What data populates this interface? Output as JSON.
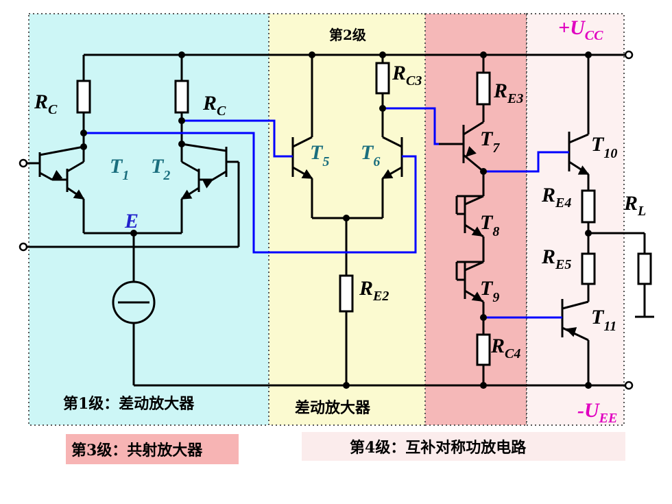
{
  "stage_labels": {
    "stage1": "第1级：差动放大器",
    "stage2_title": "第2级",
    "stage2_caption": "差动放大器",
    "stage3": "第3级：共射放大器",
    "stage4": "第4级：互补对称功放电路"
  },
  "supply": {
    "pos_sign": "+",
    "pos_main": "U",
    "pos_sub": "CC",
    "neg_sign": "-",
    "neg_main": "U",
    "neg_sub": "EE"
  },
  "resistors": {
    "rc_left": {
      "main": "R",
      "sub": "C"
    },
    "rc_right": {
      "main": "R",
      "sub": "C"
    },
    "rc3": {
      "main": "R",
      "sub": "C3"
    },
    "re3": {
      "main": "R",
      "sub": "E3"
    },
    "re2": {
      "main": "R",
      "sub": "E2"
    },
    "re4": {
      "main": "R",
      "sub": "E4"
    },
    "re5": {
      "main": "R",
      "sub": "E5"
    },
    "rc4": {
      "main": "R",
      "sub": "C4"
    },
    "rl": {
      "main": "R",
      "sub": "L"
    }
  },
  "transistors": {
    "t1": {
      "main": "T",
      "sub": "1"
    },
    "t2": {
      "main": "T",
      "sub": "2"
    },
    "t5": {
      "main": "T",
      "sub": "5"
    },
    "t6": {
      "main": "T",
      "sub": "6"
    },
    "t7": {
      "main": "T",
      "sub": "7"
    },
    "t8": {
      "main": "T",
      "sub": "8"
    },
    "t9": {
      "main": "T",
      "sub": "9"
    },
    "t10": {
      "main": "T",
      "sub": "10"
    },
    "t11": {
      "main": "T",
      "sub": "11"
    }
  },
  "node_e": "E",
  "colors": {
    "stage1_bg": "#cdf6f6",
    "stage2_bg": "#fbfad0",
    "stage3_bg": "#f5b8b8",
    "stage4_bg": "#fdf1f1",
    "stage3_caption_bg": "#f7b4b4",
    "stage4_caption_bg": "#fbecec",
    "wire": "#000000",
    "link_wire": "#0000ff",
    "transistor_label": "#1a6e7e",
    "supply_label": "#e000c0",
    "node_e_label": "#2222cc"
  }
}
